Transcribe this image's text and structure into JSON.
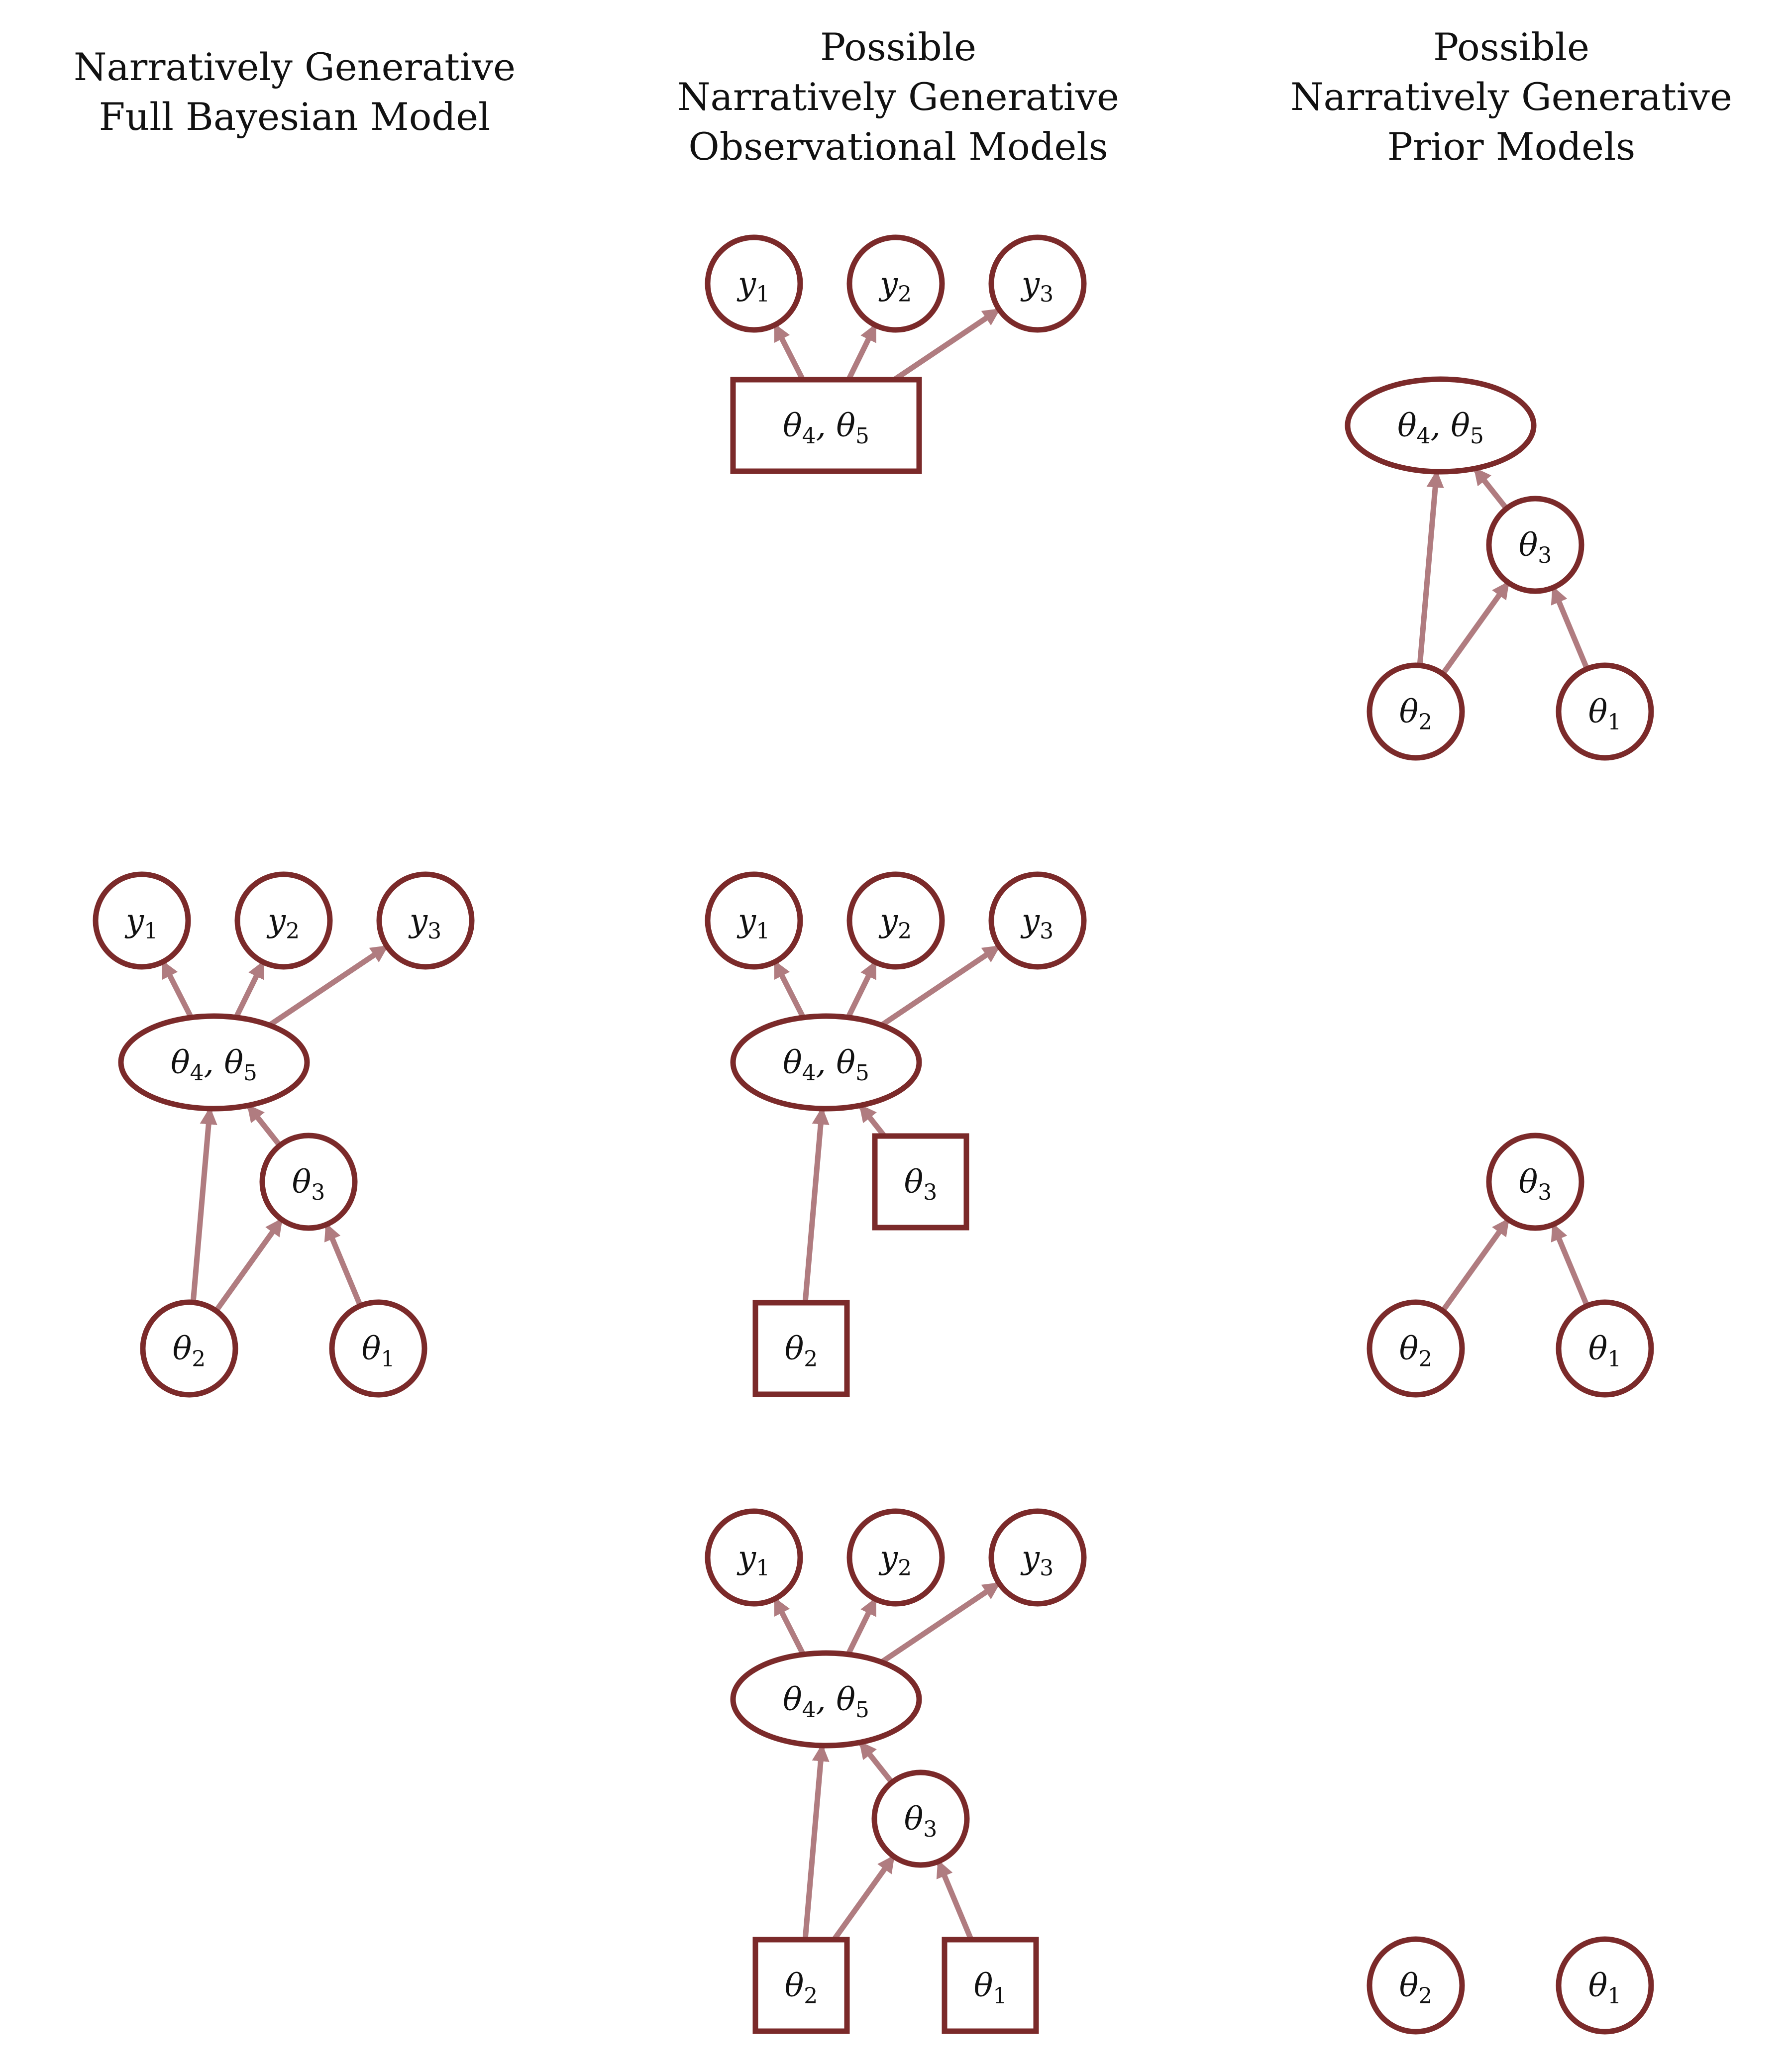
{
  "columns": [
    {
      "title_lines": [
        "Narratively Generative",
        "Full Bayesian Model"
      ]
    },
    {
      "title_lines": [
        "Possible",
        "Narratively Generative",
        "Observational Models"
      ]
    },
    {
      "title_lines": [
        "Possible",
        "Narratively Generative",
        "Prior Models"
      ]
    }
  ],
  "labels": {
    "y1": {
      "base": "y",
      "sub": "1"
    },
    "y2": {
      "base": "y",
      "sub": "2"
    },
    "y3": {
      "base": "y",
      "sub": "3"
    },
    "t45": {
      "base": "θ",
      "sub": "4",
      "mid": ", θ",
      "sub2": "5"
    },
    "t3": {
      "base": "θ",
      "sub": "3"
    },
    "t2": {
      "base": "θ",
      "sub": "2"
    },
    "t1": {
      "base": "θ",
      "sub": "1"
    }
  },
  "node_shapes": {
    "circle": "unconditioned variable",
    "box": "conditioned variable"
  },
  "diagrams": [
    {
      "id": "full-model",
      "column": 0,
      "nodes": [
        {
          "key": "y1",
          "shape": "circle"
        },
        {
          "key": "y2",
          "shape": "circle"
        },
        {
          "key": "y3",
          "shape": "circle"
        },
        {
          "key": "t45",
          "shape": "ellipse"
        },
        {
          "key": "t3",
          "shape": "circle"
        },
        {
          "key": "t2",
          "shape": "circle"
        },
        {
          "key": "t1",
          "shape": "circle"
        }
      ],
      "edges": [
        [
          "t45",
          "y1"
        ],
        [
          "t45",
          "y2"
        ],
        [
          "t45",
          "y3"
        ],
        [
          "t2",
          "t45"
        ],
        [
          "t3",
          "t45"
        ],
        [
          "t2",
          "t3"
        ],
        [
          "t1",
          "t3"
        ]
      ]
    },
    {
      "id": "observational-model-a",
      "column": 1,
      "nodes": [
        {
          "key": "y1",
          "shape": "circle"
        },
        {
          "key": "y2",
          "shape": "circle"
        },
        {
          "key": "y3",
          "shape": "circle"
        },
        {
          "key": "t45",
          "shape": "box"
        }
      ],
      "edges": [
        [
          "t45",
          "y1"
        ],
        [
          "t45",
          "y2"
        ],
        [
          "t45",
          "y3"
        ]
      ]
    },
    {
      "id": "observational-model-b",
      "column": 1,
      "nodes": [
        {
          "key": "y1",
          "shape": "circle"
        },
        {
          "key": "y2",
          "shape": "circle"
        },
        {
          "key": "y3",
          "shape": "circle"
        },
        {
          "key": "t45",
          "shape": "ellipse"
        },
        {
          "key": "t3",
          "shape": "box"
        },
        {
          "key": "t2",
          "shape": "box"
        }
      ],
      "edges": [
        [
          "t45",
          "y1"
        ],
        [
          "t45",
          "y2"
        ],
        [
          "t45",
          "y3"
        ],
        [
          "t2",
          "t45"
        ],
        [
          "t3",
          "t45"
        ]
      ]
    },
    {
      "id": "observational-model-c",
      "column": 1,
      "nodes": [
        {
          "key": "y1",
          "shape": "circle"
        },
        {
          "key": "y2",
          "shape": "circle"
        },
        {
          "key": "y3",
          "shape": "circle"
        },
        {
          "key": "t45",
          "shape": "ellipse"
        },
        {
          "key": "t3",
          "shape": "circle"
        },
        {
          "key": "t2",
          "shape": "box"
        },
        {
          "key": "t1",
          "shape": "box"
        }
      ],
      "edges": [
        [
          "t45",
          "y1"
        ],
        [
          "t45",
          "y2"
        ],
        [
          "t45",
          "y3"
        ],
        [
          "t2",
          "t45"
        ],
        [
          "t3",
          "t45"
        ],
        [
          "t2",
          "t3"
        ],
        [
          "t1",
          "t3"
        ]
      ]
    },
    {
      "id": "prior-model-a",
      "column": 2,
      "nodes": [
        {
          "key": "t45",
          "shape": "ellipse"
        },
        {
          "key": "t3",
          "shape": "circle"
        },
        {
          "key": "t2",
          "shape": "circle"
        },
        {
          "key": "t1",
          "shape": "circle"
        }
      ],
      "edges": [
        [
          "t2",
          "t45"
        ],
        [
          "t3",
          "t45"
        ],
        [
          "t2",
          "t3"
        ],
        [
          "t1",
          "t3"
        ]
      ]
    },
    {
      "id": "prior-model-b",
      "column": 2,
      "nodes": [
        {
          "key": "t3",
          "shape": "circle"
        },
        {
          "key": "t2",
          "shape": "circle"
        },
        {
          "key": "t1",
          "shape": "circle"
        }
      ],
      "edges": [
        [
          "t2",
          "t3"
        ],
        [
          "t1",
          "t3"
        ]
      ]
    },
    {
      "id": "prior-model-c",
      "column": 2,
      "nodes": [
        {
          "key": "t2",
          "shape": "circle"
        },
        {
          "key": "t1",
          "shape": "circle"
        }
      ],
      "edges": []
    }
  ]
}
